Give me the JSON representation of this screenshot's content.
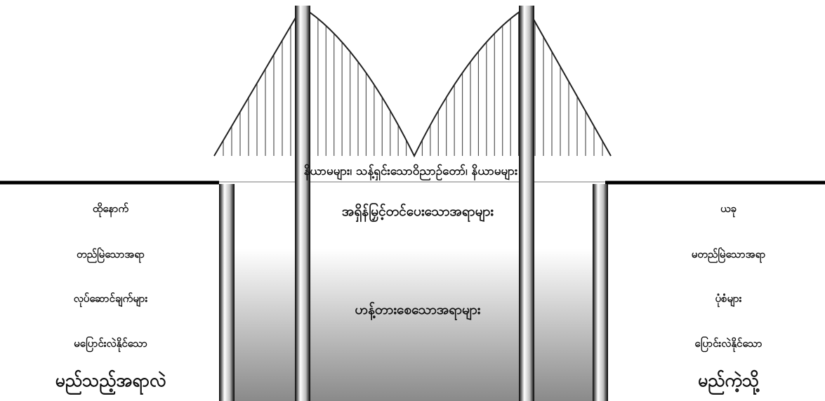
{
  "deck_label": "နိယာမများ၊ သန့်ရှင်းသောဝိညာဉ်တော်၊ နိယာမများ",
  "center": {
    "top_label": "အရှိန်မြှင့်တင်ပေးသောအရာများ",
    "bottom_label": "ဟန့်တားစေသောအရာများ"
  },
  "left_column": {
    "items": [
      "ထိုနောက်",
      "တည်မြဲသောအရာ",
      "လုပ်ဆောင်ချက်များ",
      "မပြောင်းလဲနိုင်သော"
    ],
    "heading": "မည်သည့်အရာလဲ"
  },
  "right_column": {
    "items": [
      "ယခု",
      "မတည်မြဲသောအရာ",
      "ပုံစံများ",
      "ပြောင်းလဲနိုင်သော"
    ],
    "heading": "မည်ကဲ့သို့"
  }
}
